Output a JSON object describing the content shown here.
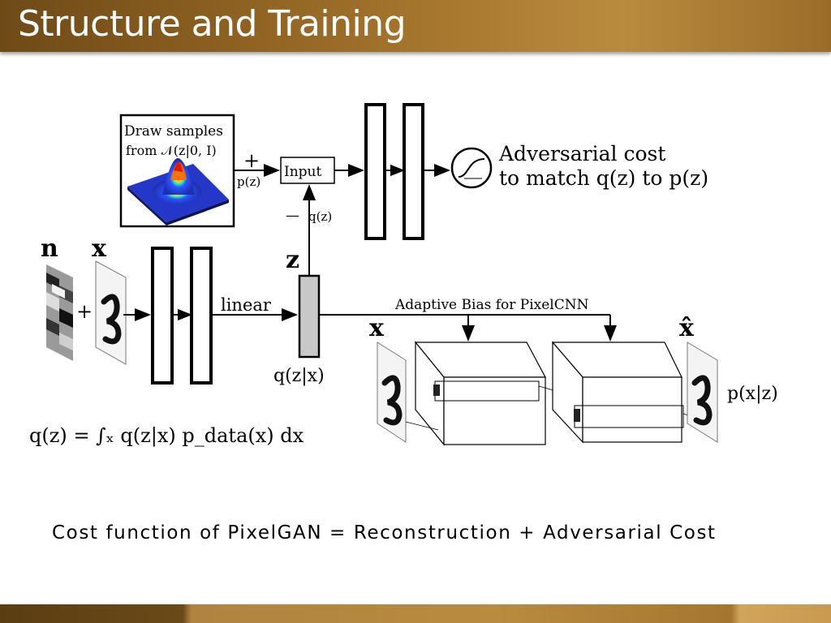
{
  "slide": {
    "title": "Structure and Training",
    "bottom_text": "Cost function of PixelGAN = Reconstruction + Adversarial Cost"
  },
  "diagram": {
    "prior_box_line1": "Draw samples",
    "prior_box_line2": "from 𝒩(z|0, I)",
    "plus_sign": "+",
    "minus_sign": "—",
    "p_z": "p(z)",
    "q_z": "q(z)",
    "input_label": "Input",
    "adv_cost_line1": "Adversarial cost",
    "adv_cost_line2": "to match q(z) to p(z)",
    "n_label": "n",
    "x_label": "x",
    "plus_small": "+",
    "z_label": "z",
    "linear_label": "linear",
    "q_z_given_x": "q(z|x)",
    "adaptive_bias": "Adaptive Bias for PixelCNN",
    "x_dec_label": "x",
    "x_hat_label": "x̂",
    "p_x_given_z": "p(x|z)",
    "formula": "q(z) = ∫ₓ q(z|x) p_data(x) dx"
  },
  "colors": {
    "title_bar": "#a9792f",
    "code_box": "#c8c8c8"
  }
}
